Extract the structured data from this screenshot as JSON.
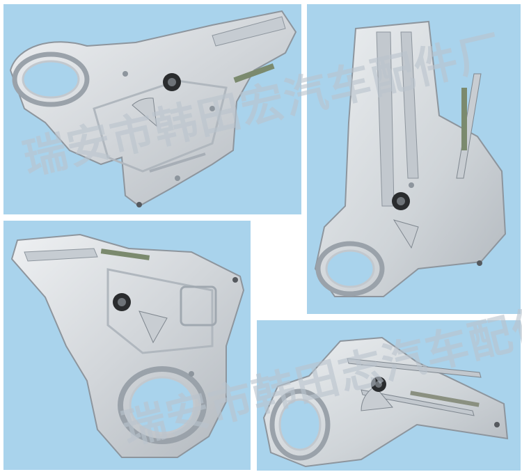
{
  "image": {
    "description_words": "four photographs of a car window regulator on a blue background",
    "background_color": "#a9d3ec",
    "metal_color": "#d4d8dc",
    "metal_shadow_color": "#9aa2aa",
    "motor_color": "#2a2c2e"
  },
  "watermark": {
    "line_1": "瑞安市韩田宏汽车配件厂",
    "line_2": "瑞安市韩田志汽车配件"
  }
}
